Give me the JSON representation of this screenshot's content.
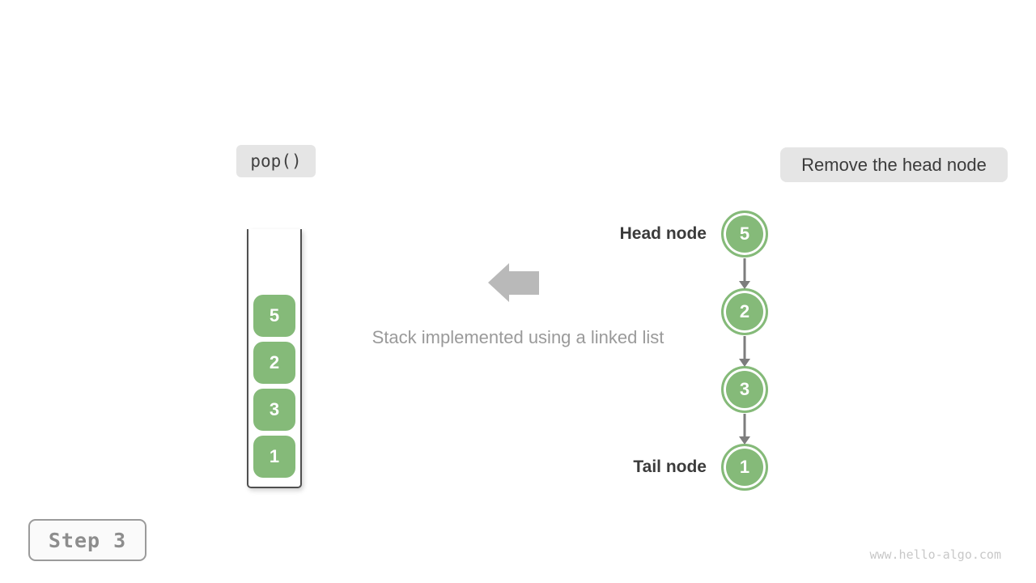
{
  "operation": {
    "label": "pop()"
  },
  "action": {
    "label": "Remove the head node"
  },
  "stack": {
    "items": [
      "5",
      "2",
      "3",
      "1"
    ]
  },
  "caption": "Stack implemented using a linked list",
  "linked_list": {
    "head_label": "Head node",
    "tail_label": "Tail node",
    "nodes": [
      "5",
      "2",
      "3",
      "1"
    ]
  },
  "step": {
    "label": "Step 3"
  },
  "watermark": "www.hello-algo.com",
  "colors": {
    "node_green": "#85ba79",
    "badge_bg": "#e5e5e5",
    "dark_text": "#3b3b3b",
    "mono_dark": "#414141",
    "caption_gray": "#9a9a9a",
    "big_arrow_gray": "#b9b9b9",
    "link_arrow_gray": "#7d7d7d",
    "container_border": "#4f4f4f",
    "step_border": "#9b9b9b",
    "step_text": "#8d8d8d",
    "step_bg": "#fafafa",
    "watermark_gray": "#c8c8c8"
  }
}
